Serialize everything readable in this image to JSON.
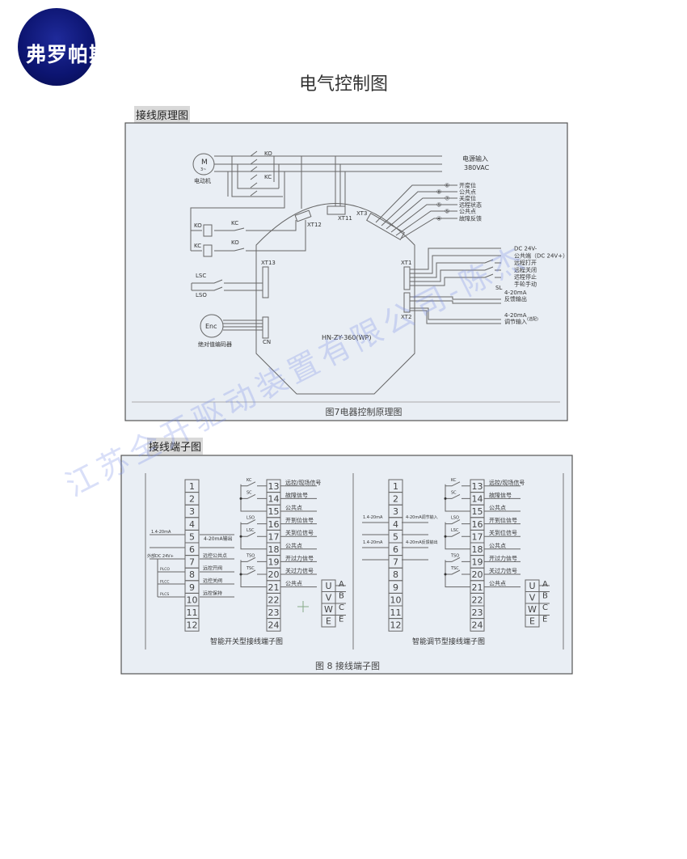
{
  "logo": {
    "text": "弗罗帕斯"
  },
  "title": "电气控制图",
  "section1": {
    "label": "接线原理图",
    "caption": "图7电器控制原理图",
    "motor": {
      "symbol": "M",
      "sub": "3~",
      "label": "电动机"
    },
    "power": {
      "label": "电源输入",
      "voltage": "380VAC"
    },
    "contactors": {
      "ko": "KO",
      "kc": "KC"
    },
    "connectors": {
      "xt11": "XT11",
      "xt12": "XT12",
      "xt13": "XT13",
      "xt3": "XT3",
      "xt1": "XT1",
      "xt2": "XT2",
      "cn": "CN"
    },
    "limit": {
      "lsc": "LSC",
      "lso": "LSO"
    },
    "encoder": {
      "symbol": "Enc",
      "label": "绝对值编码器"
    },
    "model": "HN-ZY-360(WP)",
    "xt3_signals": [
      "开度位",
      "公共点",
      "关度位",
      "远程状态",
      "公共点",
      "故障反馈"
    ],
    "xt3_numbers": [
      "⑥",
      "⑧",
      "⑦",
      "⑤",
      "⑤",
      "④"
    ],
    "xt1_signals": [
      "DC 24V-",
      "公共端（DC 24V+）",
      "远程打开",
      "远程关闭",
      "远程停止",
      "手轮手动"
    ],
    "sl": "SL",
    "feedback": {
      "range": "4-20mA",
      "label": "反馈输出"
    },
    "control": {
      "range": "4-20mA",
      "label": "调节输入",
      "note": "(选配)"
    }
  },
  "section2": {
    "label": "接线端子图",
    "caption": "图 8 接线端子图",
    "left": {
      "caption": "智能开关型接线端子图",
      "terminals_a": [
        "1",
        "2",
        "3",
        "4",
        "5",
        "6",
        "7",
        "8",
        "9",
        "10",
        "11",
        "12"
      ],
      "terminals_b": [
        "13",
        "14",
        "15",
        "16",
        "17",
        "18",
        "19",
        "20",
        "21",
        "22",
        "23",
        "24"
      ],
      "signals_b": [
        "远控/现场信号",
        "故障信号",
        "公共点",
        "开到位信号",
        "关到位信号",
        "公共点",
        "开过力信号",
        "关过力信号",
        "公共点"
      ],
      "in_range": "1.4-20mA",
      "out_label": "4-20mA输出",
      "dc_label": "外部DC 24V+",
      "signals_a": [
        "远控公共点",
        "远控开阀",
        "远控关阀",
        "远控保持"
      ],
      "plc": [
        "PLCO",
        "PLCC",
        "PLCS"
      ],
      "switches": [
        "KC",
        "SC",
        "LSO",
        "LSC",
        "TSO",
        "TSC"
      ]
    },
    "right": {
      "caption": "智能调节型接线端子图",
      "terminals_a": [
        "1",
        "2",
        "3",
        "4",
        "5",
        "6",
        "7",
        "8",
        "9",
        "10",
        "11",
        "12"
      ],
      "terminals_b": [
        "13",
        "14",
        "15",
        "16",
        "17",
        "18",
        "19",
        "20",
        "21",
        "22",
        "23",
        "24"
      ],
      "signals_b": [
        "远控/现场信号",
        "故障信号",
        "公共点",
        "开到位信号",
        "关到位信号",
        "公共点",
        "开过力信号",
        "关过力信号",
        "公共点"
      ],
      "in_range_1": "1.4-20mA",
      "in_label": "4-20mA调节输入",
      "in_range_2": "1.4-20mA",
      "out_label": "4-20mA反馈输出",
      "switches": [
        "KC",
        "SC",
        "LSO",
        "LSC",
        "TSO",
        "TSC"
      ]
    },
    "uvwe": [
      "U",
      "V",
      "W",
      "E"
    ],
    "abce": [
      "A",
      "B",
      "C",
      "E"
    ]
  },
  "watermark": "江苏全开驱动装置有限公司-陈杰"
}
